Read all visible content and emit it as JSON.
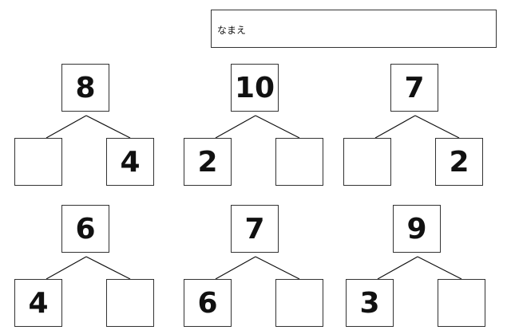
{
  "header": {
    "name_label": "なまえ"
  },
  "problems": [
    {
      "total": "8",
      "left": "",
      "right": "4"
    },
    {
      "total": "10",
      "left": "2",
      "right": ""
    },
    {
      "total": "7",
      "left": "",
      "right": "2"
    },
    {
      "total": "6",
      "left": "4",
      "right": ""
    },
    {
      "total": "7",
      "left": "6",
      "right": ""
    },
    {
      "total": "9",
      "left": "3",
      "right": ""
    }
  ]
}
